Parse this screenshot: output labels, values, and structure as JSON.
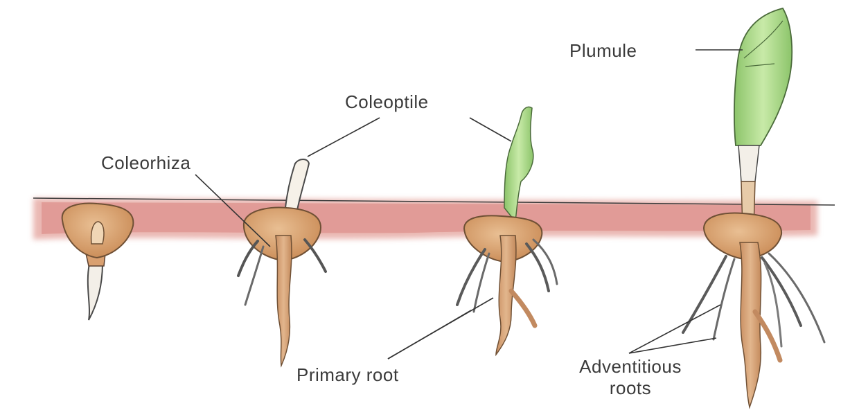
{
  "labels": {
    "plumule": "Plumule",
    "coleoptile": "Coleoptile",
    "coleorhiza": "Coleorhiza",
    "primary_root": "Primary root",
    "adventitious_line1": "Adventitious",
    "adventitious_line2": "roots"
  },
  "colors": {
    "soil": "#d98a88",
    "soil_line": "#3a3a3a",
    "seed": "#d9a070",
    "seed_outline": "#7a5a3a",
    "root": "#d6a47a",
    "root_white": "#f2efe9",
    "shoot_green": "#a8d48a",
    "leaf_green": "#bde39c",
    "leader": "#333333"
  }
}
